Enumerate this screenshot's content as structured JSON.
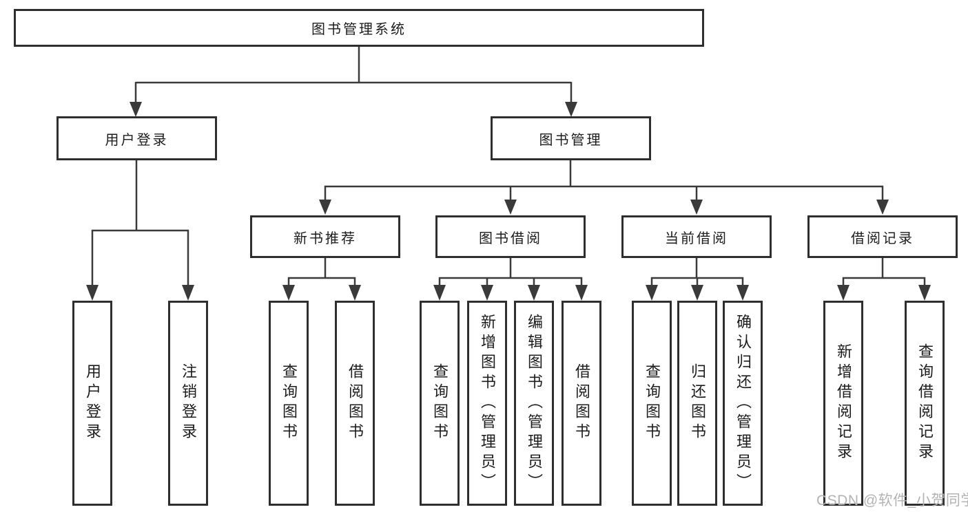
{
  "tree": {
    "root": "图书管理系统",
    "branches": [
      {
        "label": "用户登录",
        "children": [
          "用户登录",
          "注销登录"
        ]
      },
      {
        "label": "图书管理",
        "sections": [
          {
            "label": "新书推荐",
            "children": [
              "查询图书",
              "借阅图书"
            ]
          },
          {
            "label": "图书借阅",
            "children": [
              "查询图书",
              "新增图书（管理员）",
              "编辑图书（管理员）",
              "借阅图书"
            ]
          },
          {
            "label": "当前借阅",
            "children": [
              "查询图书",
              "归还图书",
              "确认归还（管理员）"
            ]
          },
          {
            "label": "借阅记录",
            "children": [
              "新增借阅记录",
              "查询借阅记录"
            ]
          }
        ]
      }
    ]
  },
  "watermark": {
    "text": "CSDN @软件_小贺同学"
  },
  "colors": {
    "line": "#3a3a3a",
    "box-border": "#2e2e2e",
    "text": "#1c1c1c",
    "watermark": "#b3b3b3",
    "background": "#ffffff"
  }
}
